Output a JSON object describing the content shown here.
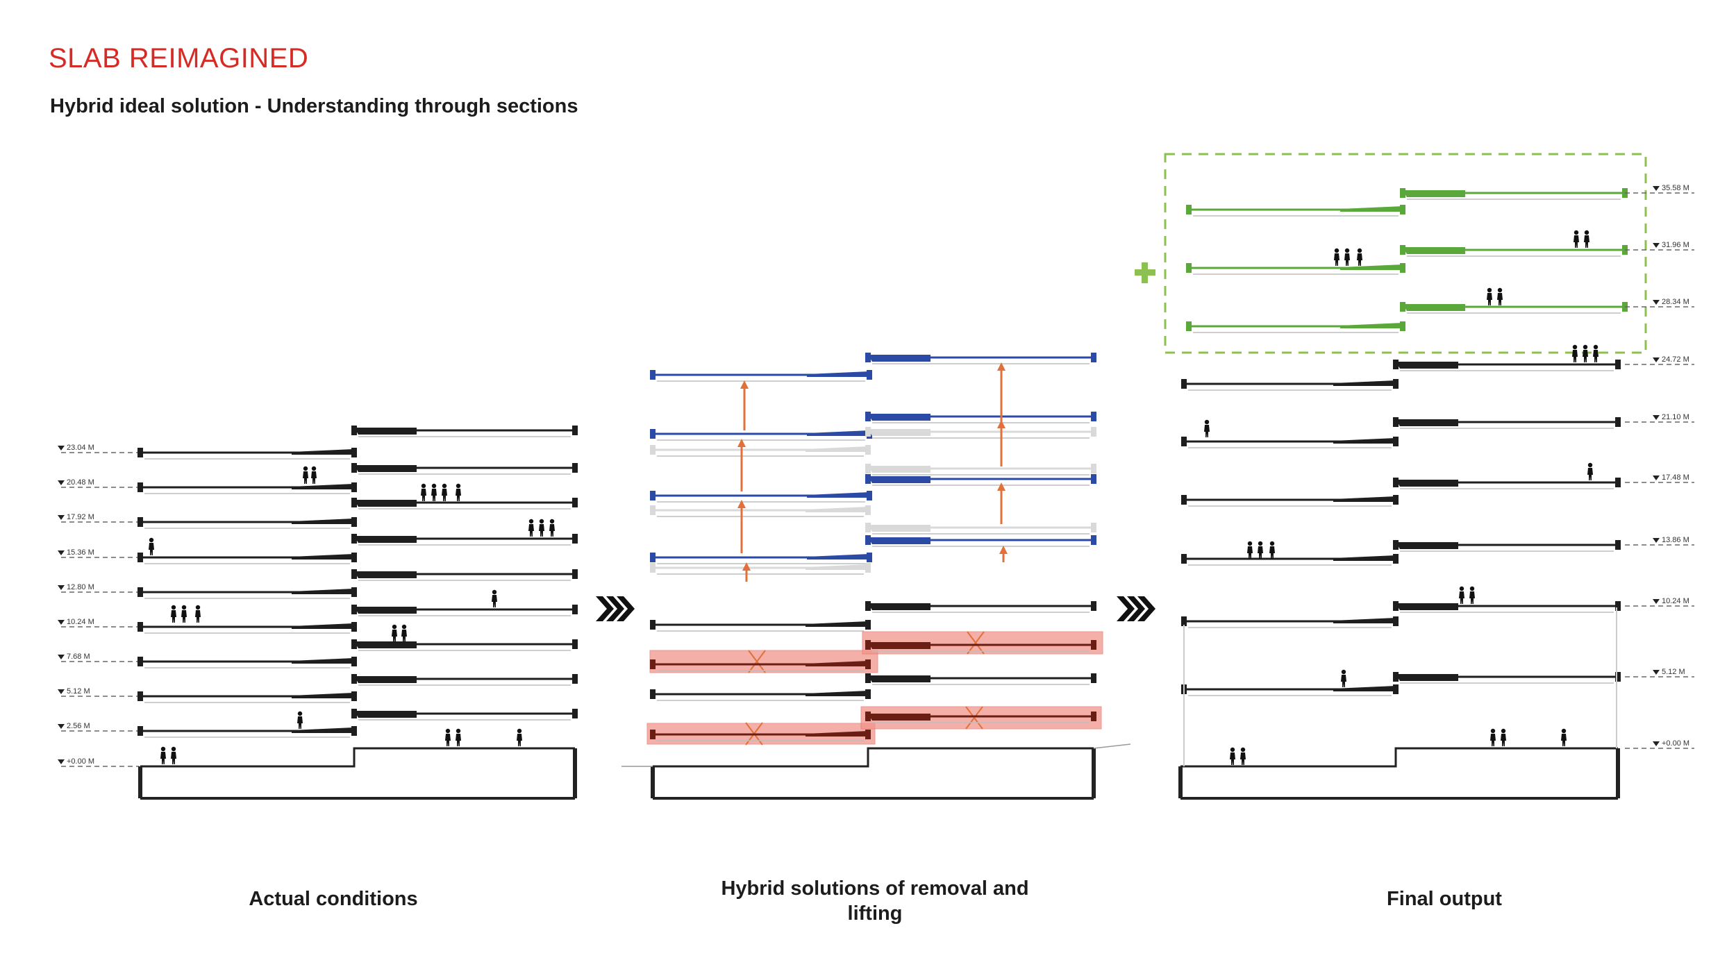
{
  "header": {
    "title": "SLAB REIMAGINED",
    "subtitle": "Hybrid ideal solution - Understanding through sections"
  },
  "captions": {
    "actual": "Actual conditions",
    "hybrid": "Hybrid solutions of removal and lifting",
    "final": "Final output"
  },
  "levels": {
    "actual": [
      "23.04 M",
      "20.48 M",
      "17.92 M",
      "15.36 M",
      "12.80 M",
      "10.24 M",
      "7.68 M",
      "5.12 M",
      "2.56 M",
      "+0.00 M"
    ],
    "final": [
      "35.58 M",
      "31.96 M",
      "28.34 M",
      "24.72 M",
      "21.10 M",
      "17.48 M",
      "13.86 M",
      "10.24 M",
      "5.12 M",
      "+0.00 M"
    ]
  },
  "colors": {
    "title": "#d62b25",
    "slab": "#1e1e1e",
    "lifted": "#2b4aa5",
    "removed": "#f1958c",
    "arrow": "#e2703a",
    "added": "#5aa83a",
    "added_frame": "#8cc152"
  },
  "icons": {
    "next_step": "triple-chevron-right-icon",
    "add": "plus-icon"
  }
}
